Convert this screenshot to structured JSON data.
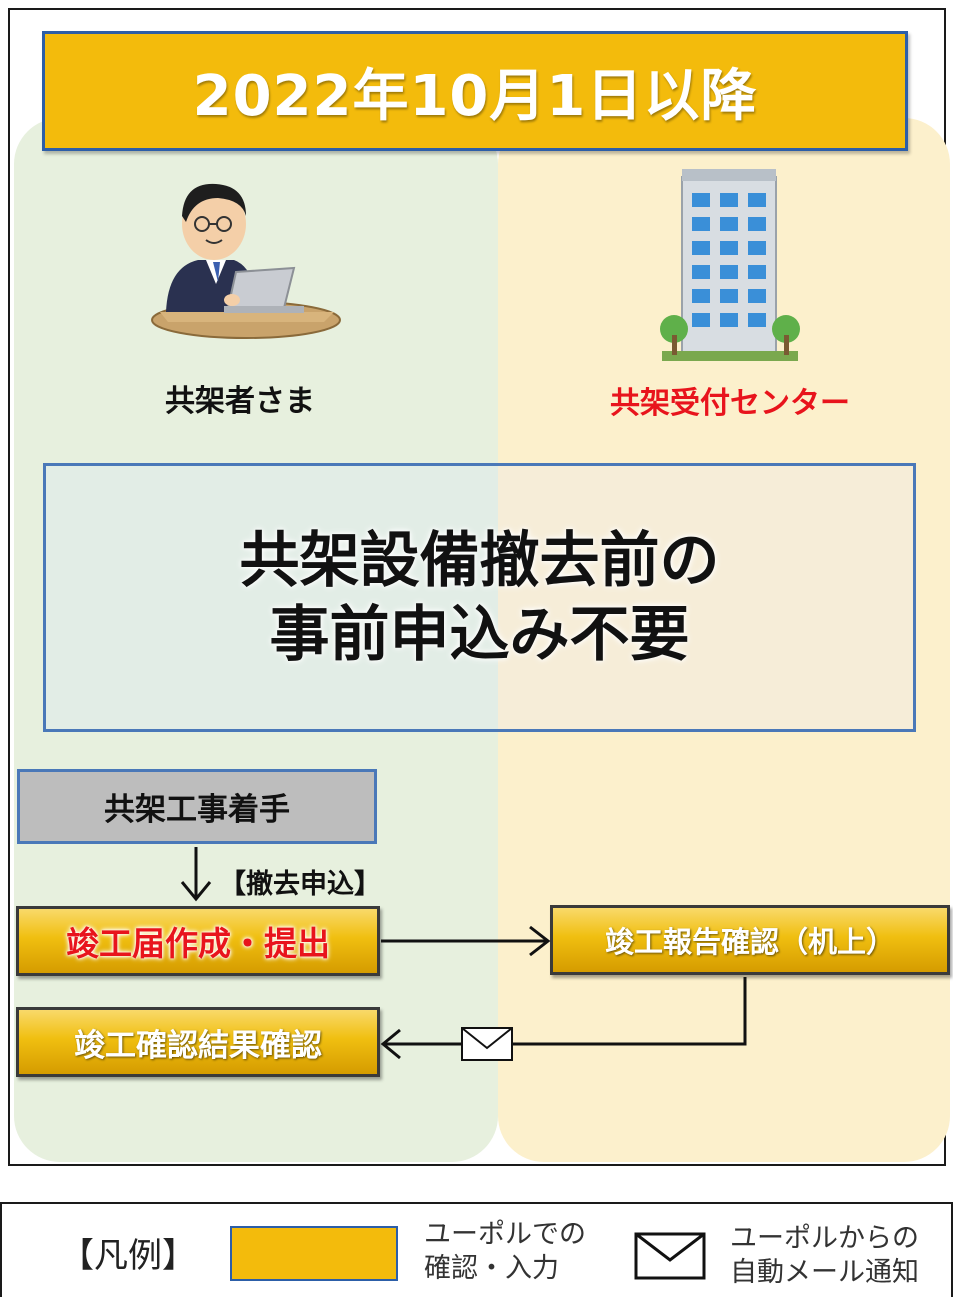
{
  "header": {
    "title": "2022年10月1日以降"
  },
  "actors": {
    "left": "共架者さま",
    "right": "共架受付センター"
  },
  "notice": {
    "line1": "共架設備撤去前の",
    "line2": "事前申込み不要"
  },
  "steps": {
    "start": "共架工事着手",
    "removal_label": "【撤去申込】",
    "submit": "竣工届作成・提出",
    "report_check": "竣工報告確認（机上）",
    "result_check": "竣工確認結果確認"
  },
  "legend": {
    "title": "【凡例】",
    "swatch_line1": "ユーポルでの",
    "swatch_line2": "確認・入力",
    "mail_line1": "ユーポルからの",
    "mail_line2": "自動メール通知",
    "swatch_color": "#f3bb0c"
  },
  "icons": [
    "person-at-laptop-icon",
    "office-building-icon",
    "envelope-icon"
  ]
}
